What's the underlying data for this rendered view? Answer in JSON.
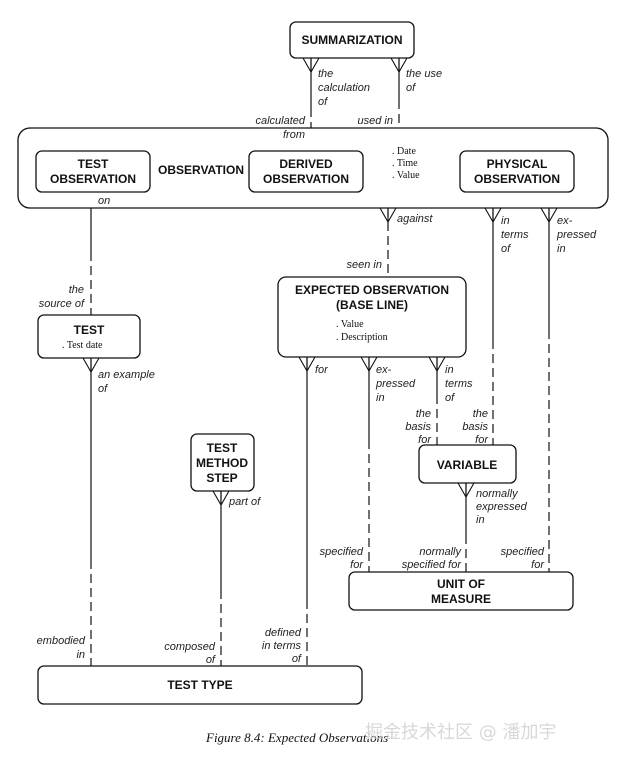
{
  "entities": {
    "summarization": "SUMMARIZATION",
    "observation": "OBSERVATION",
    "test_observation": [
      "TEST",
      "OBSERVATION"
    ],
    "derived_observation": [
      "DERIVED",
      "OBSERVATION"
    ],
    "physical_observation": [
      "PHYSICAL",
      "OBSERVATION"
    ],
    "observation_attributes": [
      ". Date",
      ". Time",
      ". Value"
    ],
    "test": "TEST",
    "test_attributes": [
      ". Test date"
    ],
    "expected_observation": [
      "EXPECTED OBSERVATION",
      "(BASE LINE)"
    ],
    "expected_attributes": [
      ". Value",
      ". Description"
    ],
    "test_method_step": [
      "TEST",
      "METHOD",
      "STEP"
    ],
    "variable": "VARIABLE",
    "unit_of_measure": [
      "UNIT OF",
      "MEASURE"
    ],
    "test_type": "TEST TYPE"
  },
  "relationships": {
    "the_calculation_of": [
      "the",
      "calculation",
      "of"
    ],
    "the_use_of": [
      "the use",
      "of"
    ],
    "calculated_from": [
      "calculated",
      "from"
    ],
    "used_in": "used in",
    "on": "on",
    "the_source_of": [
      "the",
      "source of"
    ],
    "against": "against",
    "seen_in": "seen in",
    "in_terms_of_physical": [
      "in",
      "terms",
      "of"
    ],
    "expressed_in_physical": [
      "ex-",
      "pressed",
      "in"
    ],
    "an_example_of": [
      "an example",
      "of"
    ],
    "for": "for",
    "expressed_in_expected": [
      "ex-",
      "pressed",
      "in"
    ],
    "in_terms_of_expected": [
      "in",
      "terms",
      "of"
    ],
    "the_basis_for_left": [
      "the",
      "basis",
      "for"
    ],
    "the_basis_for_right": [
      "the",
      "basis",
      "for"
    ],
    "part_of": "part of",
    "normally_expressed_in": [
      "normally",
      "expressed",
      "in"
    ],
    "specified_for_left": [
      "specified",
      "for"
    ],
    "normally_specified_for": [
      "normally",
      "specified for"
    ],
    "specified_for_right": [
      "specified",
      "for"
    ],
    "embodied_in": [
      "embodied",
      "in"
    ],
    "composed_of": [
      "composed",
      "of"
    ],
    "defined_in_terms_of": [
      "defined",
      "in terms",
      "of"
    ]
  },
  "caption": "Figure 8.4:  Expected Observations",
  "watermark": "掘金技术社区 @ 潘加宇"
}
